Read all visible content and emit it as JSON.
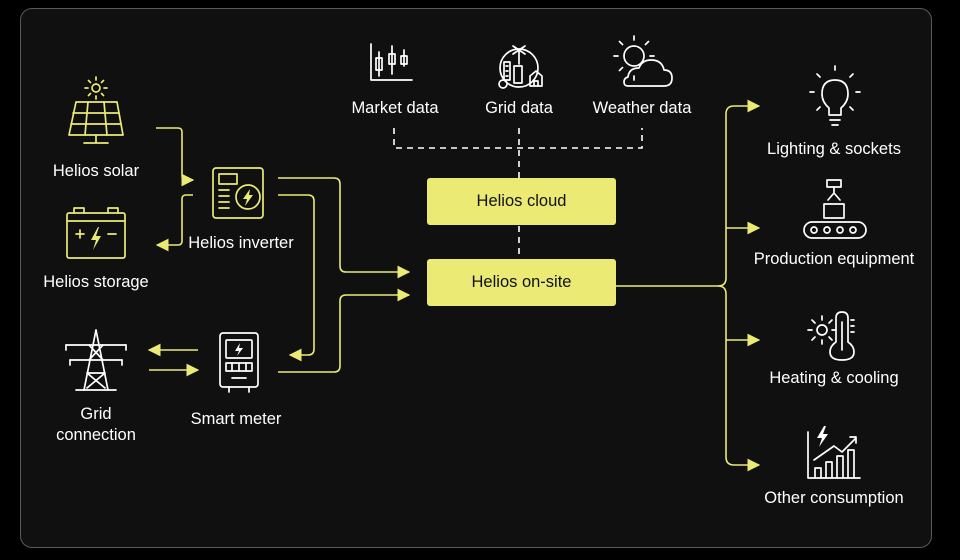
{
  "colors": {
    "accent": "#eaea75",
    "background": "#101010",
    "text": "#ffffff"
  },
  "sources": {
    "solar": {
      "label": "Helios solar",
      "icon": "solar-panel-icon"
    },
    "storage": {
      "label": "Helios storage",
      "icon": "battery-icon"
    },
    "grid": {
      "label_line1": "Grid",
      "label_line2": "connection",
      "icon": "power-tower-icon"
    }
  },
  "devices": {
    "inverter": {
      "label": "Helios inverter",
      "icon": "inverter-icon"
    },
    "meter": {
      "label": "Smart meter",
      "icon": "smart-meter-icon"
    }
  },
  "data_feeds": [
    {
      "label": "Market data",
      "icon": "candlestick-chart-icon"
    },
    {
      "label": "Grid data",
      "icon": "grid-data-icon"
    },
    {
      "label": "Weather data",
      "icon": "sun-cloud-icon"
    }
  ],
  "core": {
    "cloud": "Helios cloud",
    "onsite": "Helios on-site"
  },
  "consumers": [
    {
      "label": "Lighting & sockets",
      "icon": "light-bulb-icon"
    },
    {
      "label": "Production equipment",
      "icon": "conveyor-robot-icon"
    },
    {
      "label": "Heating & cooling",
      "icon": "thermometer-sun-icon"
    },
    {
      "label": "Other consumption",
      "icon": "rising-bars-icon"
    }
  ]
}
